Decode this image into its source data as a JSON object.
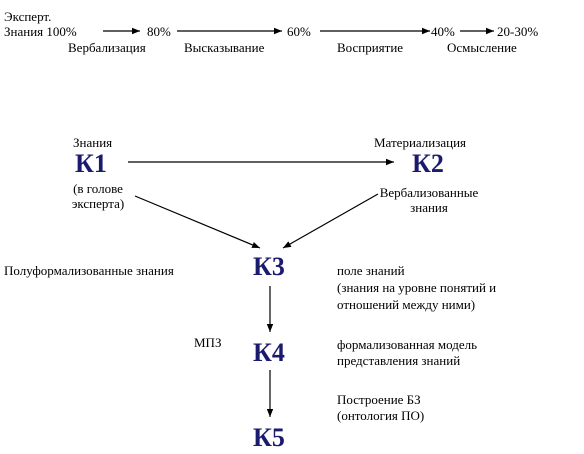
{
  "top_flow": {
    "expert_line1": "Эксперт.",
    "expert_line2": "Знания 100%",
    "p80": "80%",
    "p60": "60%",
    "p40": "40%",
    "p20_30": "20-30%",
    "verbalization": "Вербализация",
    "utterance": "Высказывание",
    "perception": "Восприятие",
    "comprehension": "Осмысление"
  },
  "nodes": {
    "k1": "К1",
    "k2": "К2",
    "k3": "К3",
    "k4": "К4",
    "k5": "К5"
  },
  "labels": {
    "k1_top": "Знания",
    "k1_bottom_1": "(в голове",
    "k1_bottom_2": "эксперта)",
    "k2_top": "Материализация",
    "k2_bottom_1": "Вербализованные",
    "k2_bottom_2": "знания",
    "k3_left": "Полуформализованные знания",
    "k3_right_1": "поле знаний",
    "k3_right_2": "(знания на уровне понятий и",
    "k3_right_3": "отношений между ними)",
    "k4_left": "МПЗ",
    "k4_right_1": "формализованная модель",
    "k4_right_2": "представления знаний",
    "k5_right_1": "Построение БЗ",
    "k5_right_2": "(онтология ПО)"
  }
}
